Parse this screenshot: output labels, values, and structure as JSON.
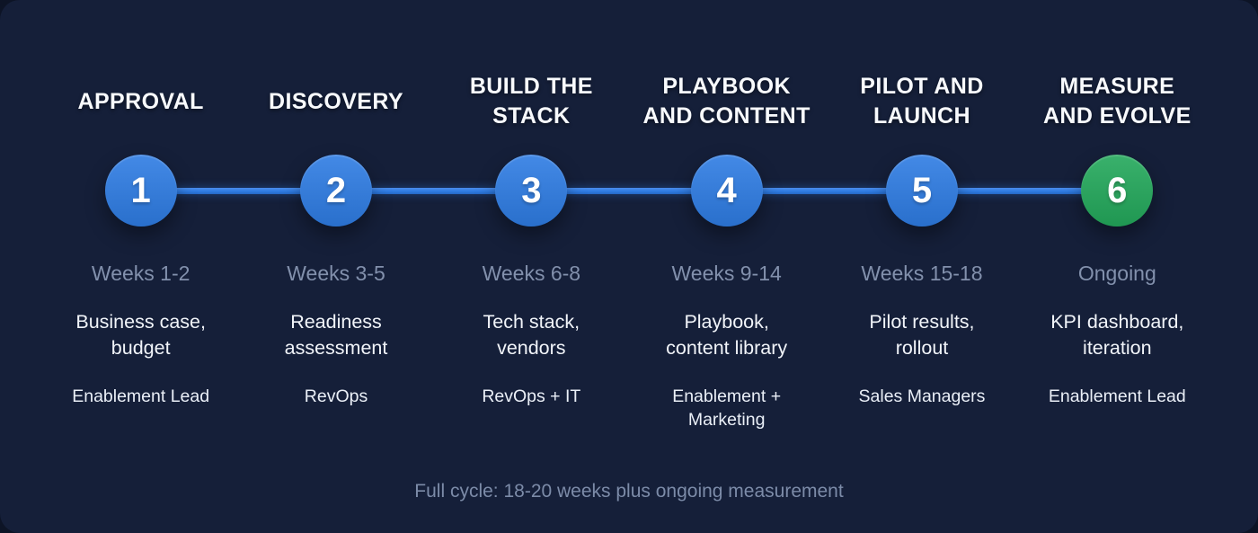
{
  "colors": {
    "card_background": "#151f39",
    "accent_blue": "#2e7ce3",
    "accent_green": "#23a85b",
    "muted_text": "#8290ac",
    "white_text": "#f1f4f9"
  },
  "stages": [
    {
      "number": "1",
      "title": "APPROVAL",
      "weeks": "Weeks 1-2",
      "deliverable": "Business case,\nbudget",
      "owner": "Enablement Lead",
      "color": "#2e7ce3"
    },
    {
      "number": "2",
      "title": "DISCOVERY",
      "weeks": "Weeks 3-5",
      "deliverable": "Readiness\nassessment",
      "owner": "RevOps",
      "color": "#2e7ce3"
    },
    {
      "number": "3",
      "title": "BUILD THE\nSTACK",
      "weeks": "Weeks 6-8",
      "deliverable": "Tech stack,\nvendors",
      "owner": "RevOps + IT",
      "color": "#2e7ce3"
    },
    {
      "number": "4",
      "title": "PLAYBOOK\nAND CONTENT",
      "weeks": "Weeks 9-14",
      "deliverable": "Playbook,\ncontent library",
      "owner": "Enablement +\nMarketing",
      "color": "#2e7ce3"
    },
    {
      "number": "5",
      "title": "PILOT AND\nLAUNCH",
      "weeks": "Weeks 15-18",
      "deliverable": "Pilot results,\nrollout",
      "owner": "Sales Managers",
      "color": "#2e7ce3"
    },
    {
      "number": "6",
      "title": "MEASURE\nAND EVOLVE",
      "weeks": "Ongoing",
      "deliverable": "KPI dashboard,\niteration",
      "owner": "Enablement Lead",
      "color": "#23a85b"
    }
  ],
  "footer": {
    "text": "Full cycle: 18-20 weeks plus ongoing measurement"
  }
}
